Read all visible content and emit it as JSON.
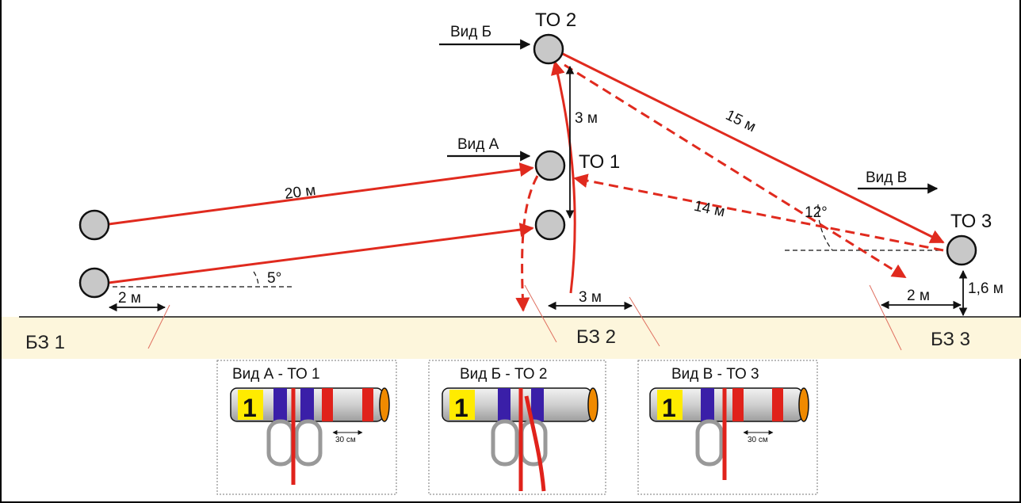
{
  "labels": {
    "to1": "ТО 1",
    "to2": "ТО 2",
    "to3": "ТО 3",
    "view_a": "Вид А",
    "view_b": "Вид Б",
    "view_v": "Вид В"
  },
  "zones": [
    "БЗ 1",
    "БЗ 2",
    "БЗ 3"
  ],
  "distances": {
    "d20": "20 м",
    "d15": "15 м",
    "d14": "14 м",
    "d3_vertical": "3 м",
    "d3_horizontal": "3 м",
    "d2_left": "2 м",
    "d2_right": "2 м",
    "h16": "1,6 м"
  },
  "angles": {
    "a5": "5°",
    "a12": "12°"
  },
  "insets": [
    {
      "title": "Вид А -  ТО 1",
      "number": "1",
      "measure": "30 см"
    },
    {
      "title": "Вид Б - ТО 2",
      "number": "1"
    },
    {
      "title": "Вид В - ТО 3",
      "number": "1",
      "measure": "30 см"
    }
  ],
  "colors": {
    "rope": "#e02a1e",
    "ground": "#fdf6dc",
    "node": "#c8c8c8",
    "band_blue": "#3a1fa8",
    "band_red": "#e0221b",
    "label_yellow": "#ffeb00",
    "pipe_end": "#f08a00"
  }
}
